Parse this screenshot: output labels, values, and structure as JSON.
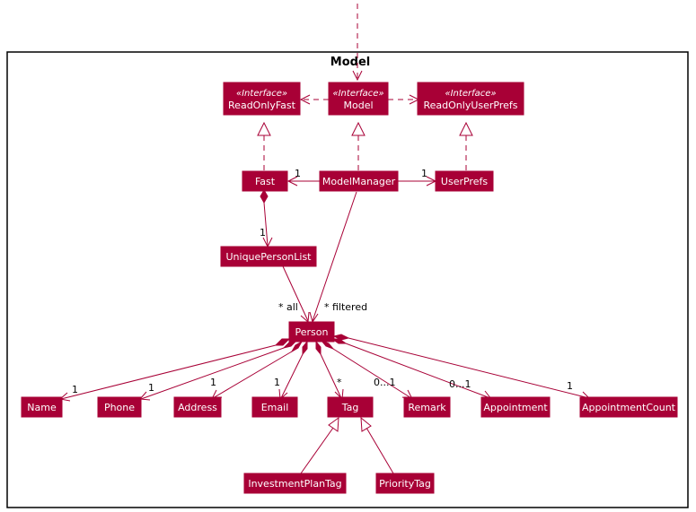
{
  "package": {
    "title": "Model"
  },
  "interfaces": {
    "stereotype": "«Interface»",
    "read_only_fast": "ReadOnlyFast",
    "model": "Model",
    "read_only_user_prefs": "ReadOnlyUserPrefs"
  },
  "classes": {
    "fast": "Fast",
    "model_manager": "ModelManager",
    "user_prefs": "UserPrefs",
    "unique_person_list": "UniquePersonList",
    "person": "Person",
    "name": "Name",
    "phone": "Phone",
    "address": "Address",
    "email": "Email",
    "tag": "Tag",
    "remark": "Remark",
    "appointment": "Appointment",
    "appointment_count": "AppointmentCount",
    "investment_plan_tag": "InvestmentPlanTag",
    "priority_tag": "PriorityTag"
  },
  "multiplicities": {
    "mm_fast": "1",
    "mm_user_prefs": "1",
    "fast_upl": "1",
    "all": "* all",
    "filtered": "* filtered",
    "name": "1",
    "phone": "1",
    "address": "1",
    "email": "1",
    "tag": "*",
    "remark": "0...1",
    "appointment": "0...1",
    "appointment_count": "1"
  },
  "colors": {
    "class_fill": "#a80036",
    "class_text": "#ffffff",
    "edge": "#a80036",
    "package_border": "#000000"
  }
}
